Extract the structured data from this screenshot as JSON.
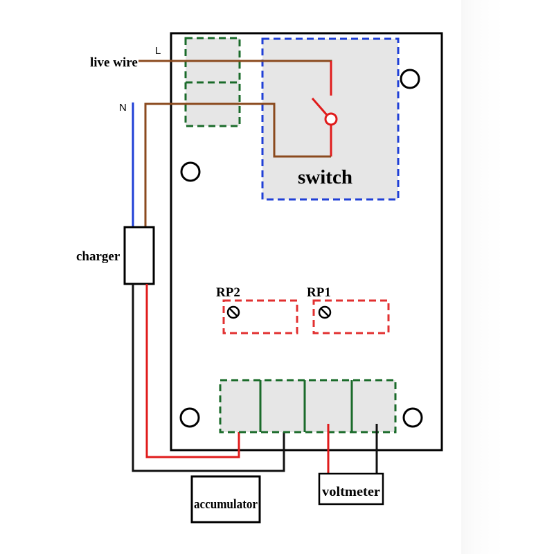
{
  "labels": {
    "live_wire": "live wire",
    "L": "L",
    "N": "N",
    "switch": "switch",
    "charger": "charger",
    "RP2": "RP2",
    "RP1": "RP1",
    "accumulator": "accumulator",
    "voltmeter": "voltmeter"
  },
  "colors": {
    "board_outline": "#000000",
    "block_fill": "#e6e6e6",
    "terminal_border": "#1a6b2a",
    "switch_border": "#1f3fd6",
    "pot_border": "#e23030",
    "live_wire": "#8b4a1e",
    "neutral_wire": "#1f3fd6",
    "red_wire": "#e01b1b",
    "black_wire": "#111111"
  }
}
